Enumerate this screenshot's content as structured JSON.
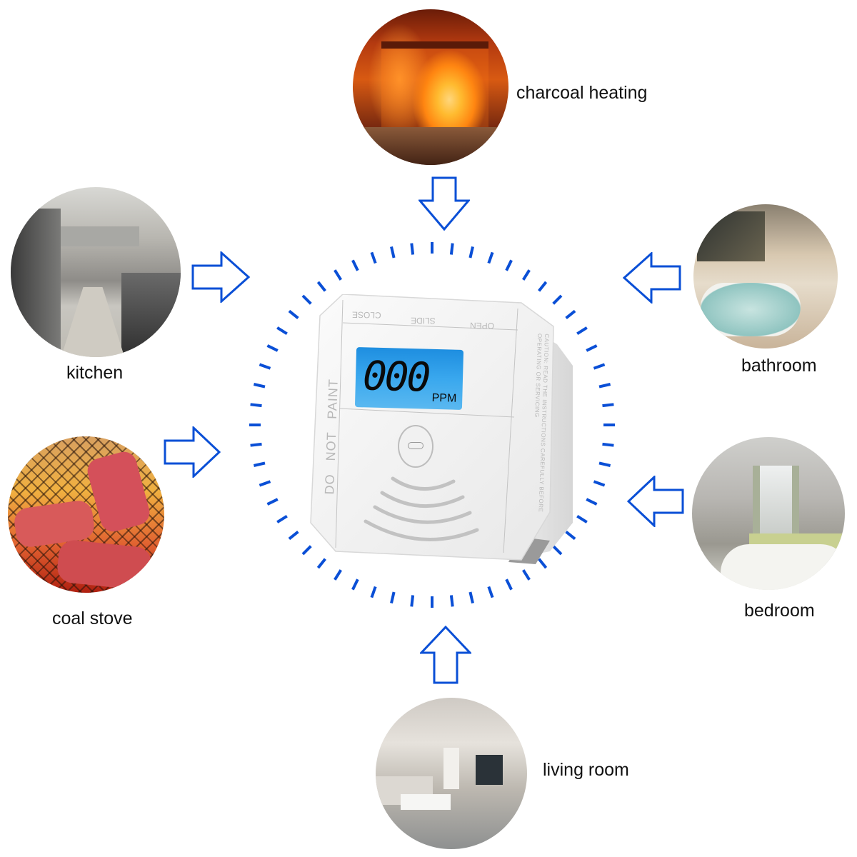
{
  "title": "CO detector application scenarios",
  "scenes": [
    {
      "id": "charcoal-heating",
      "label": "charcoal heating",
      "photo": "fireplace with burning fire"
    },
    {
      "id": "kitchen",
      "label": "kitchen",
      "photo": "stainless steel commercial kitchen"
    },
    {
      "id": "bathroom",
      "label": "bathroom",
      "photo": "bathtub filled with water"
    },
    {
      "id": "coal-stove",
      "label": "coal stove",
      "photo": "meat grilling over charcoal"
    },
    {
      "id": "bedroom",
      "label": "bedroom",
      "photo": "children's bedroom with crib"
    },
    {
      "id": "living-room",
      "label": "living room",
      "photo": "living room with TV and chandelier"
    }
  ],
  "device": {
    "name": "carbon monoxide detector",
    "display_value": "000",
    "display_unit": "PPM",
    "slide_close": "CLOSE",
    "slide_label": "SLIDE",
    "slide_open": "OPEN",
    "side_warning": "DO   NOT   PAINT",
    "caution_text": "CAUTION: READ THE INSTRUCTIONS CAREFULLY BEFORE OPERATING OR SERVICING"
  },
  "colors": {
    "accent_blue": "#0a4fd6",
    "lcd_blue": "#3aa8ee",
    "text": "#111111"
  }
}
